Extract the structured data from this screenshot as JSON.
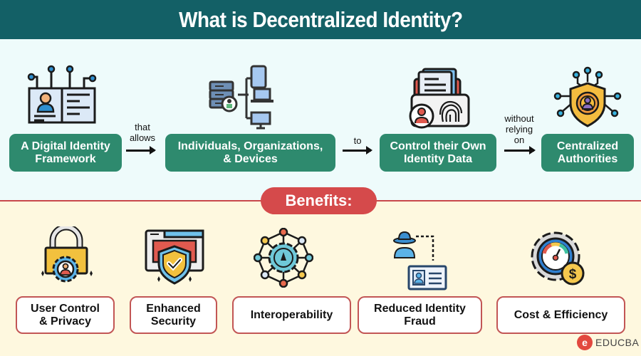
{
  "header": {
    "title": "What is Decentralized Identity?"
  },
  "flow": {
    "steps": [
      {
        "label": "A Digital Identity\nFramework",
        "icon": "digital-id-card-icon"
      },
      {
        "label": "Individuals, Organizations,\n& Devices",
        "icon": "server-devices-icon"
      },
      {
        "label": "Control their Own\nIdentity Data",
        "icon": "fingerprint-folder-icon"
      },
      {
        "label": "Centralized\nAuthorities",
        "icon": "shield-network-icon"
      }
    ],
    "connectors": [
      {
        "label": "that\nallows"
      },
      {
        "label": "to"
      },
      {
        "label": "without\nrelying\non"
      }
    ]
  },
  "benefits": {
    "title": "Benefits:",
    "items": [
      {
        "label": "User Control\n& Privacy",
        "icon": "padlock-gear-user-icon"
      },
      {
        "label": "Enhanced\nSecurity",
        "icon": "browser-shield-check-icon"
      },
      {
        "label": "Interoperability",
        "icon": "network-gear-icon"
      },
      {
        "label": "Reduced Identity\nFraud",
        "icon": "hacker-id-card-icon"
      },
      {
        "label": "Cost & Efficiency",
        "icon": "gear-gauge-dollar-icon"
      }
    ]
  },
  "colors": {
    "header_bg": "#136066",
    "upper_bg": "#eefbfb",
    "lower_bg": "#fef8df",
    "step_box": "#2e8a6e",
    "accent_red": "#d54a4b",
    "benefit_border": "#c25655"
  },
  "brand": {
    "name": "EDUCBA"
  }
}
